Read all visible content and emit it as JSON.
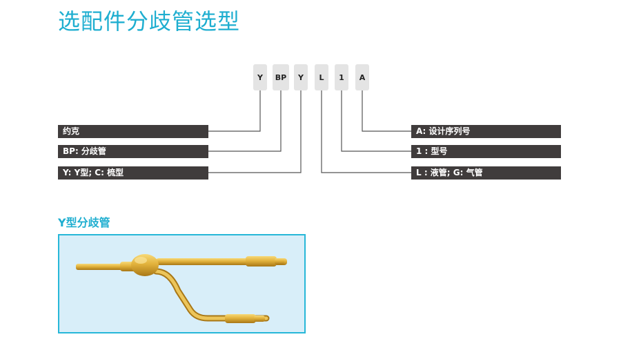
{
  "title": "选配件分歧管选型",
  "code_chars": [
    "Y",
    "BP",
    "Y",
    "L",
    "1",
    "A"
  ],
  "left_labels": [
    "约克",
    "BP: 分歧管",
    "Y: Y型; C: 梳型"
  ],
  "right_labels": [
    "A: 设计序列号",
    "1 : 型号",
    "L : 液管; G: 气管"
  ],
  "section_title": "Y型分歧管",
  "colors": {
    "accent": "#1eaed0",
    "bar": "#403c3c",
    "code_box": "#e4e4e4",
    "frame_border": "#26b7d8",
    "frame_fill": "#d8eef9",
    "pipe": "#d9a730"
  }
}
